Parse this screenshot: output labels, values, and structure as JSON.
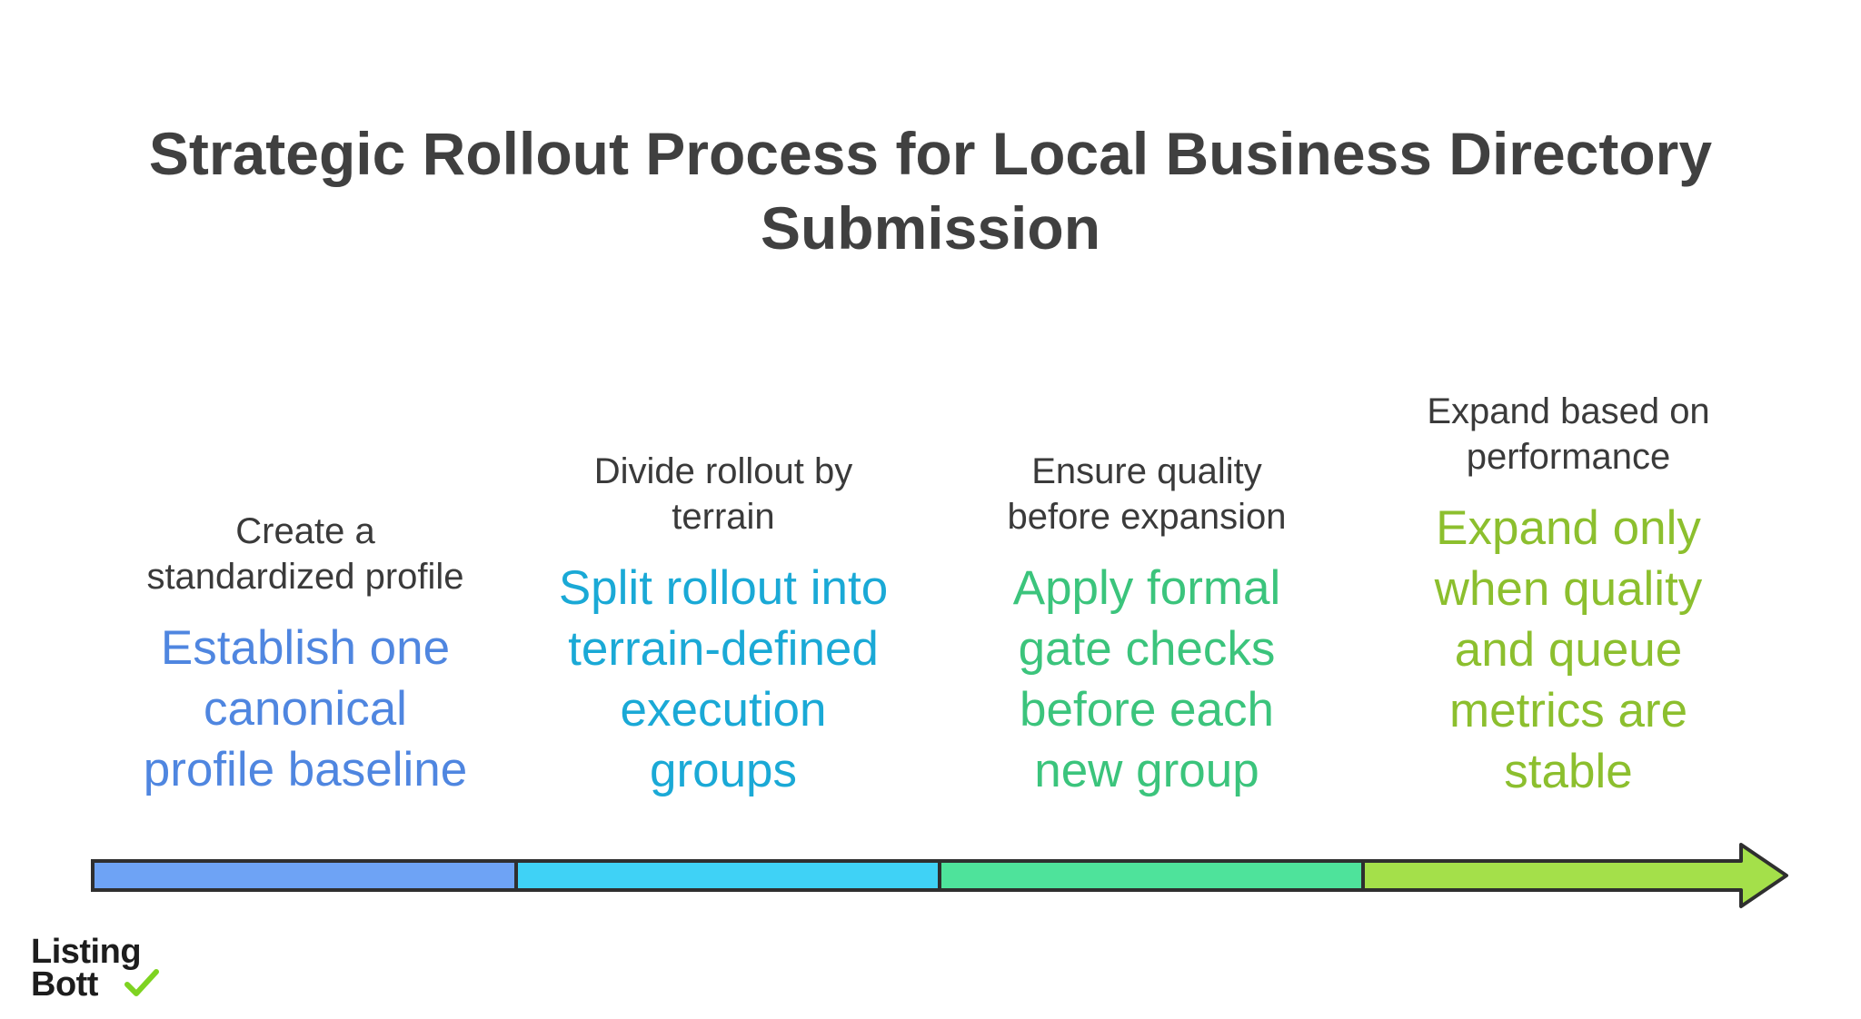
{
  "title": {
    "line1": "Strategic Rollout Process for Local Business Directory",
    "line2": "Submission"
  },
  "steps": [
    {
      "sub": [
        "Create a",
        "standardized profile"
      ],
      "main": [
        "Establish one",
        "canonical",
        "profile baseline"
      ],
      "color": "#4f86e0"
    },
    {
      "sub": [
        "Divide rollout by",
        "terrain"
      ],
      "main": [
        "Split rollout into",
        "terrain-defined",
        "execution",
        "groups"
      ],
      "color": "#1aa9d6"
    },
    {
      "sub": [
        "Ensure quality",
        "before expansion"
      ],
      "main": [
        "Apply formal",
        "gate checks",
        "before each",
        "new group"
      ],
      "color": "#3bc47c"
    },
    {
      "sub": [
        "Expand based on",
        "performance"
      ],
      "main": [
        "Expand only",
        "when quality",
        "and queue",
        "metrics are",
        "stable"
      ],
      "color": "#8cbf2e"
    }
  ],
  "arrow_segment_colors": [
    "#6ea3f5",
    "#3fd2f6",
    "#4ee39b",
    "#a4e04a"
  ],
  "logo": {
    "line1": "Listing",
    "line2": "Bott",
    "check_color": "#7ed321"
  }
}
